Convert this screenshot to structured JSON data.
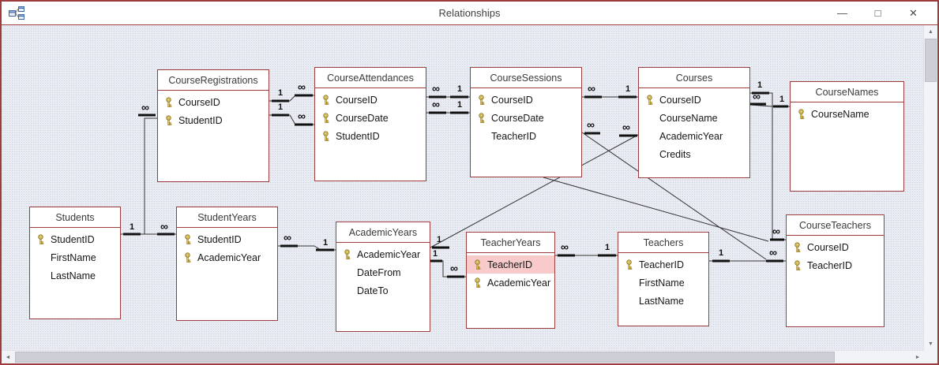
{
  "window": {
    "title": "Relationships",
    "icon": "relationships-icon",
    "controls": {
      "minimize": "—",
      "maximize": "□",
      "close": "✕"
    }
  },
  "colors": {
    "accent_maroon": "#9d3b3d",
    "canvas_bg": "#e9ecf2",
    "highlight_row": "#f8caca",
    "key_gold": "#e3c44d"
  },
  "tables": [
    {
      "name": "CourseRegistrations",
      "fields": [
        {
          "name": "CourseID",
          "key": true
        },
        {
          "name": "StudentID",
          "key": true
        }
      ]
    },
    {
      "name": "CourseAttendances",
      "fields": [
        {
          "name": "CourseID",
          "key": true
        },
        {
          "name": "CourseDate",
          "key": true
        },
        {
          "name": "StudentID",
          "key": true
        }
      ]
    },
    {
      "name": "CourseSessions",
      "fields": [
        {
          "name": "CourseID",
          "key": true
        },
        {
          "name": "CourseDate",
          "key": true
        },
        {
          "name": "TeacherID",
          "key": false
        }
      ]
    },
    {
      "name": "Courses",
      "fields": [
        {
          "name": "CourseID",
          "key": true
        },
        {
          "name": "CourseName",
          "key": false
        },
        {
          "name": "AcademicYear",
          "key": false
        },
        {
          "name": "Credits",
          "key": false
        }
      ]
    },
    {
      "name": "CourseNames",
      "fields": [
        {
          "name": "CourseName",
          "key": true
        }
      ]
    },
    {
      "name": "Students",
      "fields": [
        {
          "name": "StudentID",
          "key": true
        },
        {
          "name": "FirstName",
          "key": false
        },
        {
          "name": "LastName",
          "key": false
        }
      ]
    },
    {
      "name": "StudentYears",
      "fields": [
        {
          "name": "StudentID",
          "key": true
        },
        {
          "name": "AcademicYear",
          "key": true
        }
      ]
    },
    {
      "name": "AcademicYears",
      "fields": [
        {
          "name": "AcademicYear",
          "key": true
        },
        {
          "name": "DateFrom",
          "key": false
        },
        {
          "name": "DateTo",
          "key": false
        }
      ]
    },
    {
      "name": "TeacherYears",
      "fields": [
        {
          "name": "TeacherID",
          "key": true,
          "highlighted": true
        },
        {
          "name": "AcademicYear",
          "key": true
        }
      ]
    },
    {
      "name": "Teachers",
      "fields": [
        {
          "name": "TeacherID",
          "key": true
        },
        {
          "name": "FirstName",
          "key": false
        },
        {
          "name": "LastName",
          "key": false
        }
      ]
    },
    {
      "name": "CourseTeachers",
      "fields": [
        {
          "name": "CourseID",
          "key": true
        },
        {
          "name": "TeacherID",
          "key": true
        }
      ]
    }
  ],
  "relationships": [
    {
      "from": "Students",
      "to": "StudentYears",
      "from_card": "1",
      "to_card": "∞"
    },
    {
      "from": "Students",
      "to": "CourseRegistrations",
      "from_card": "1",
      "to_card": "∞"
    },
    {
      "from": "CourseRegistrations",
      "to": "CourseAttendances",
      "from_card": "1",
      "to_card": "∞"
    },
    {
      "from": "CourseRegistrations",
      "to": "CourseAttendances",
      "from_card": "1",
      "to_card": "∞"
    },
    {
      "from": "CourseSessions",
      "to": "CourseAttendances",
      "from_card": "1",
      "to_card": "∞"
    },
    {
      "from": "CourseSessions",
      "to": "CourseAttendances",
      "from_card": "1",
      "to_card": "∞"
    },
    {
      "from": "Courses",
      "to": "CourseSessions",
      "from_card": "1",
      "to_card": "∞"
    },
    {
      "from": "AcademicYears",
      "to": "Courses",
      "from_card": "1",
      "to_card": "∞"
    },
    {
      "from": "AcademicYears",
      "to": "TeacherYears",
      "from_card": "1",
      "to_card": "∞"
    },
    {
      "from": "AcademicYears",
      "to": "StudentYears",
      "from_card": "1",
      "to_card": "∞"
    },
    {
      "from": "Teachers",
      "to": "TeacherYears",
      "from_card": "1",
      "to_card": "∞"
    },
    {
      "from": "Teachers",
      "to": "CourseTeachers",
      "from_card": "1",
      "to_card": "∞"
    },
    {
      "from": "Courses",
      "to": "CourseTeachers",
      "from_card": "1",
      "to_card": "∞"
    },
    {
      "from": "CourseNames",
      "to": "Courses",
      "from_card": "1",
      "to_card": "∞"
    },
    {
      "from": "CourseTeachers",
      "to": "CourseSessions",
      "from_card": "1",
      "to_card": "∞"
    },
    {
      "from": "CourseTeachers",
      "to": "CourseSessions",
      "from_card": "1",
      "to_card": "∞"
    }
  ]
}
